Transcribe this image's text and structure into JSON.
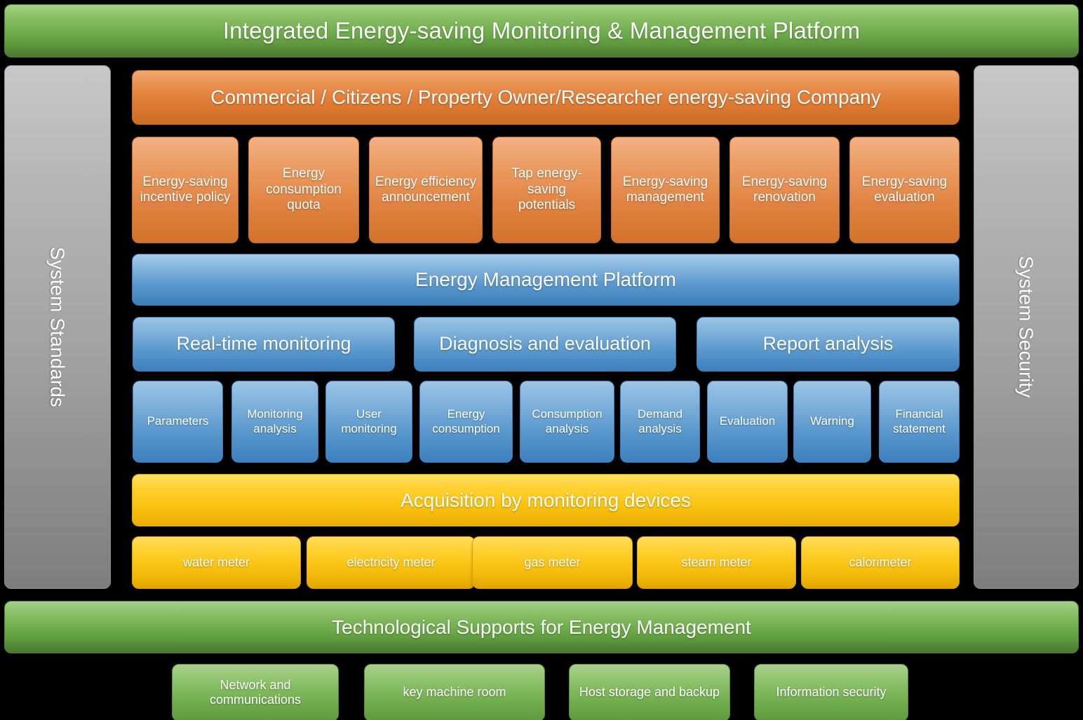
{
  "diagram": {
    "title": "Integrated Energy-saving Monitoring & Management Platform",
    "footer_banner": "Technological Supports for Energy Management",
    "left_rail": "System Standards",
    "right_rail": "System Security",
    "colors": {
      "green": "#6fae4c",
      "orange": "#de7a33",
      "blue": "#5b97cd",
      "yellow": "#fbc412",
      "gray": "#a2a2a2",
      "text": "#ffffff",
      "background": "#000000"
    }
  },
  "stakeholder_layer": {
    "banner": "Commercial / Citizens / Property Owner/Researcher energy-saving Company",
    "tiles": [
      "Energy-saving incentive policy",
      "Energy consumption quota",
      "Energy efficiency announcement",
      "Tap energy-saving potentials",
      "Energy-saving management",
      "Energy-saving renovation",
      "Energy-saving evaluation"
    ]
  },
  "platform_layer": {
    "banner": "Energy Management Platform",
    "sections": [
      "Real-time monitoring",
      "Diagnosis and evaluation",
      "Report analysis"
    ],
    "functions": [
      "Parameters",
      "Monitoring analysis",
      "User monitoring",
      "Energy consumption",
      "Consumption analysis",
      "Demand analysis",
      "Evaluation",
      "Warning",
      "Financial statement"
    ]
  },
  "acquisition_layer": {
    "banner": "Acquisition by monitoring devices",
    "devices": [
      "water meter",
      "electricity meter",
      "gas meter",
      "steam meter",
      "calorimeter"
    ]
  },
  "support_layer": {
    "items": [
      "Network and communications",
      "key machine room",
      "Host storage and backup",
      "Information security"
    ]
  }
}
